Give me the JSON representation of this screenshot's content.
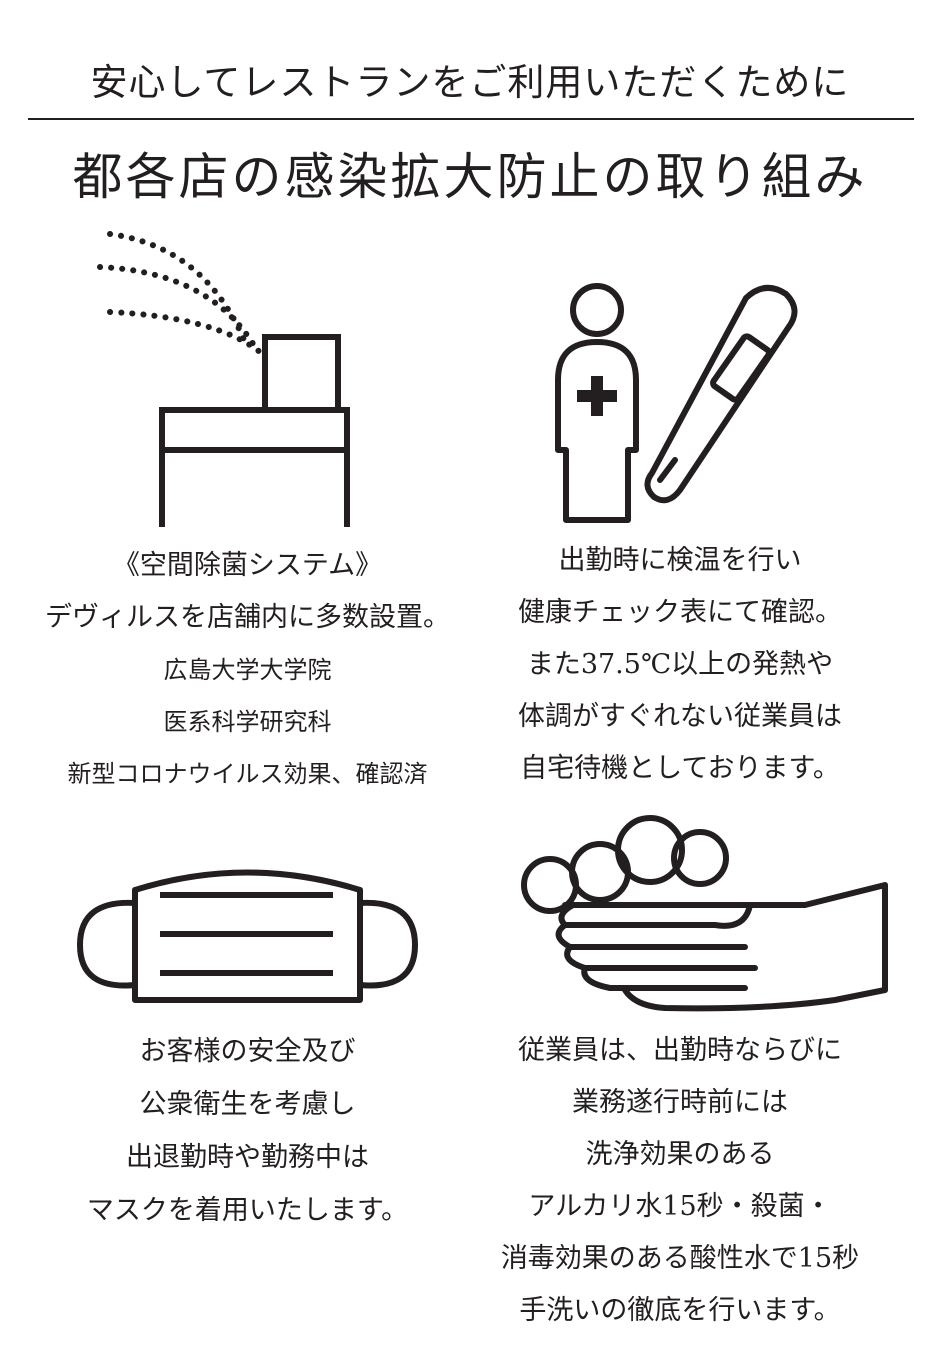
{
  "header": {
    "subtitle": "安心してレストランをご利用いただくために",
    "title": "都各店の感染拡大防止の取り組み"
  },
  "sections": {
    "disinfection": {
      "icon": "spray-diffuser-icon",
      "lines": [
        "《空間除菌システム》",
        "デヴィルスを店舗内に多数設置。"
      ],
      "note_lines": [
        "広島大学大学院",
        "医系科学研究科",
        "新型コロナウイルス効果、確認済"
      ]
    },
    "health_check": {
      "icon": "person-thermometer-icon",
      "lines": [
        "出勤時に検温を行い",
        "健康チェック表にて確認。",
        "また37.5℃以上の発熱や",
        "体調がすぐれない従業員は",
        "自宅待機としております。"
      ]
    },
    "mask": {
      "icon": "mask-icon",
      "lines": [
        "お客様の安全及び",
        "公衆衛生を考慮し",
        "出退勤時や勤務中は",
        "マスクを着用いたします。"
      ]
    },
    "handwash": {
      "icon": "hand-soap-icon",
      "lines": [
        "従業員は、出勤時ならびに",
        "業務遂行時前には",
        "洗浄効果のある",
        "アルカリ水15秒・殺菌・",
        "消毒効果のある酸性水で15秒",
        "手洗いの徹底を行います。"
      ]
    }
  }
}
